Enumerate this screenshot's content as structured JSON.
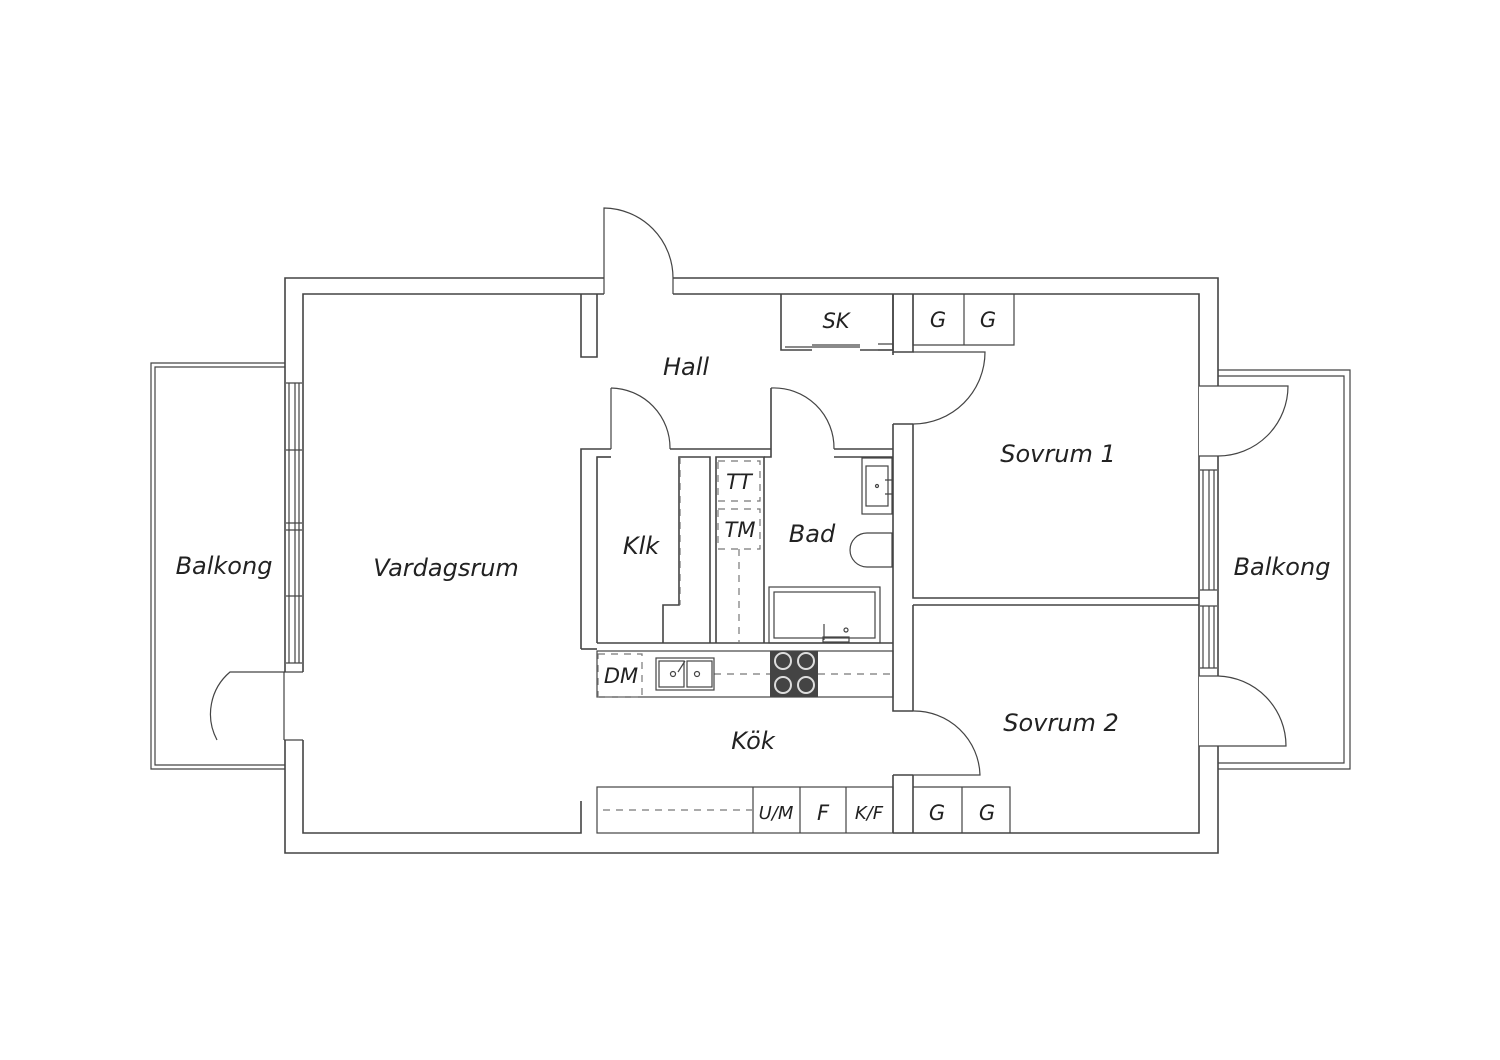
{
  "rooms": {
    "balkong_left": "Balkong",
    "vardagsrum": "Vardagsrum",
    "hall": "Hall",
    "klk": "Klk",
    "bad": "Bad",
    "kok": "Kök",
    "sovrum_1": "Sovrum 1",
    "sovrum_2": "Sovrum 2",
    "balkong_right": "Balkong"
  },
  "fixtures": {
    "sk": "SK",
    "tt": "TT",
    "tm": "TM",
    "dm": "DM",
    "um": "U/M",
    "f": "F",
    "kf": "K/F",
    "g1": "G",
    "g2": "G",
    "g3": "G",
    "g4": "G"
  }
}
